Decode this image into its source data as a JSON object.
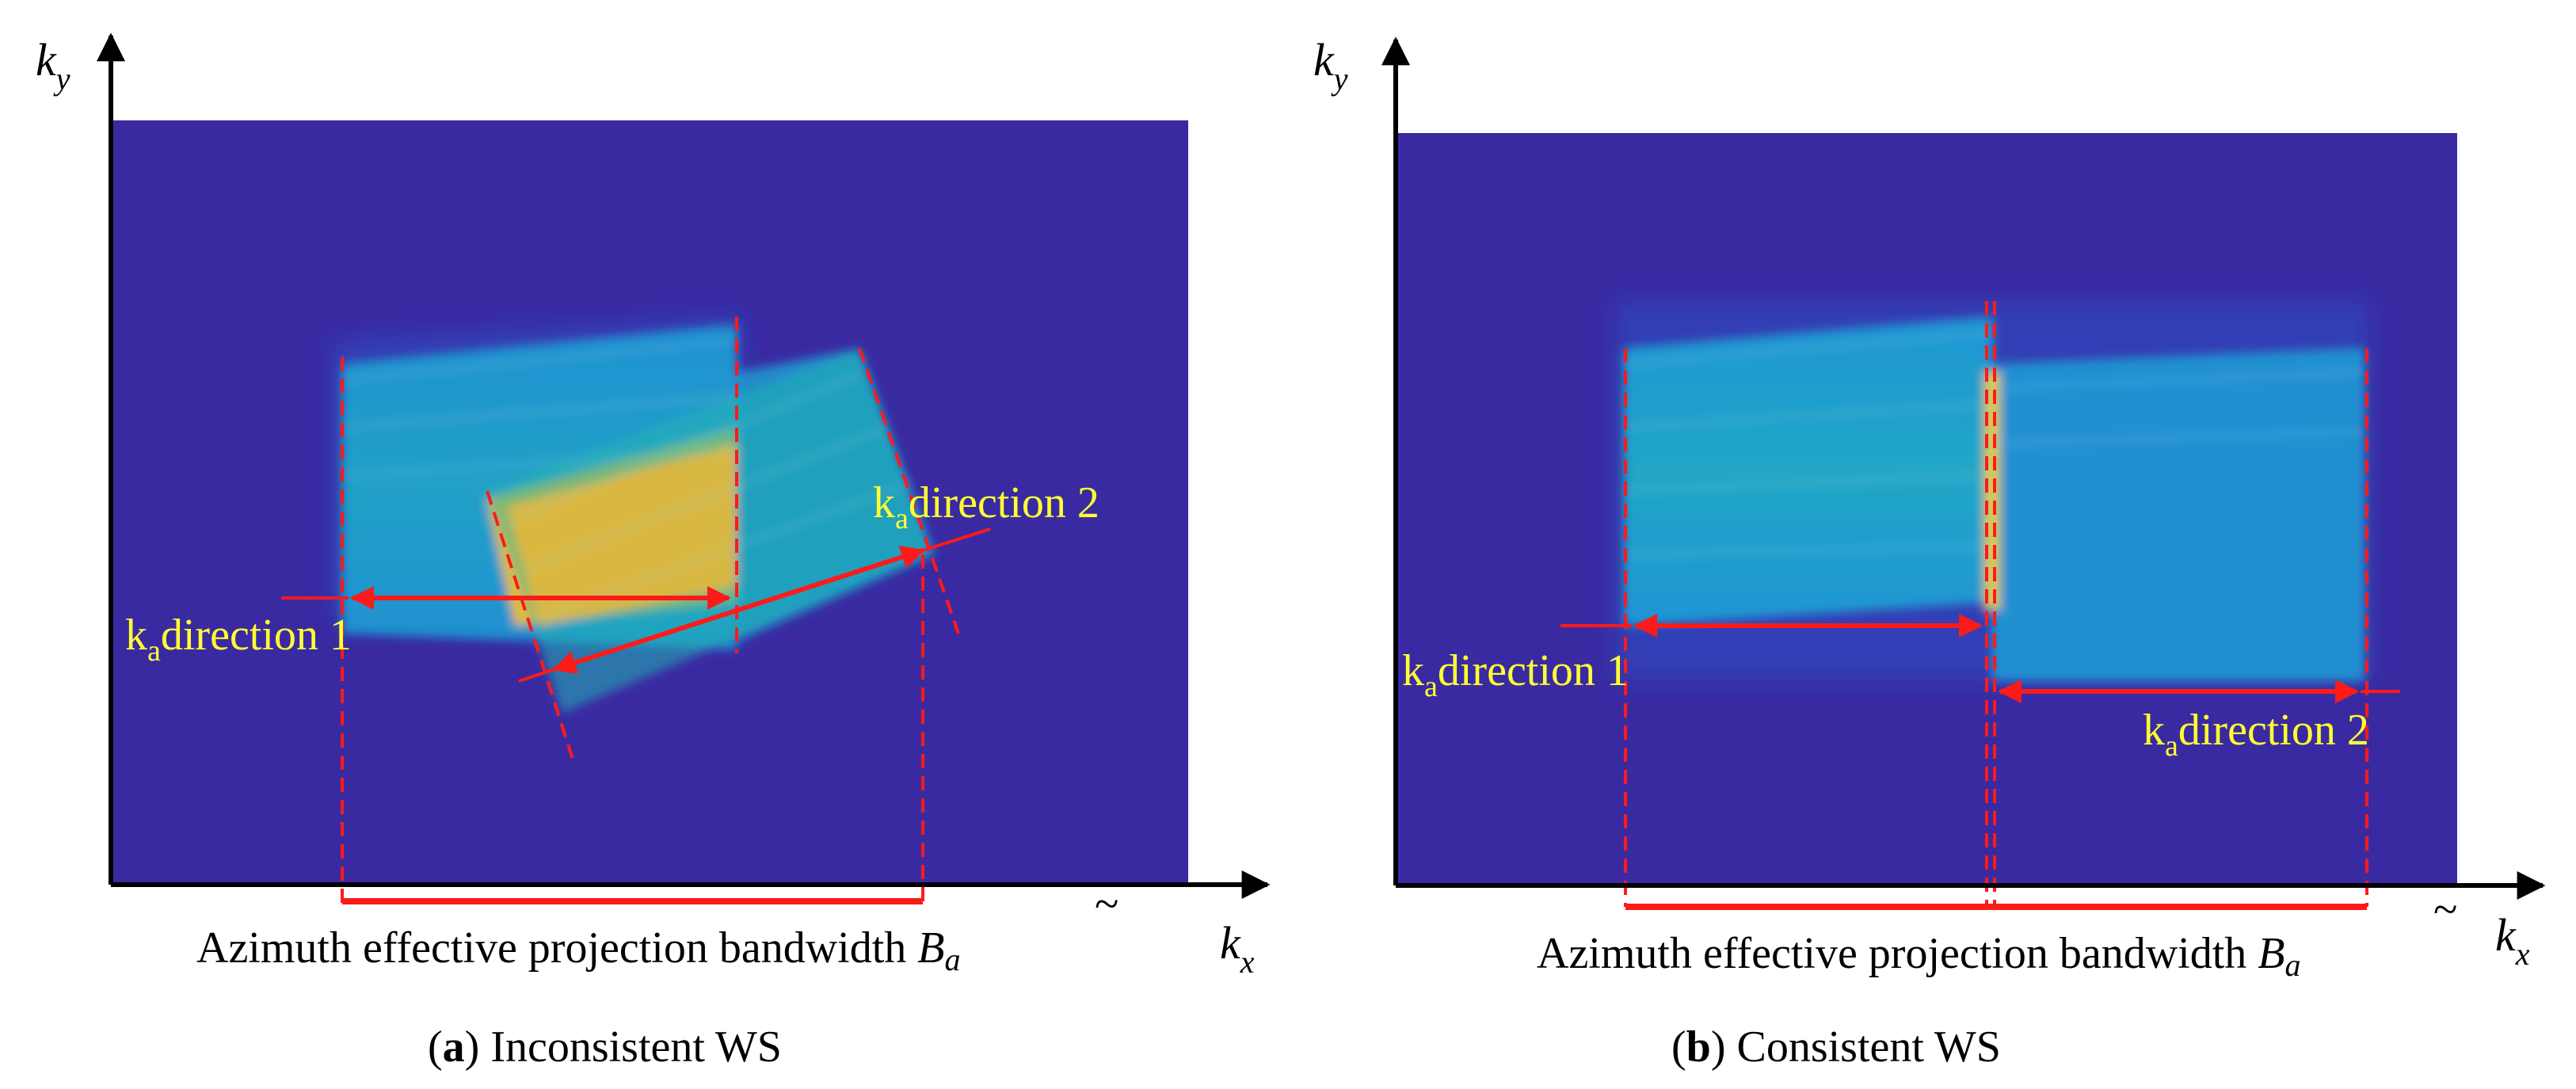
{
  "colors": {
    "background": "#3a2aa2",
    "annotation_red": "#ff1a1a",
    "label_yellow": "#ffff33",
    "axis_black": "#000000"
  },
  "panel_a": {
    "y_axis": {
      "symbol": "k",
      "subscript": "y"
    },
    "x_axis": {
      "symbol": "k",
      "subscript": "x"
    },
    "direction_1": {
      "k": "k",
      "sub": "a",
      "text": "direction 1"
    },
    "direction_2": {
      "k": "k",
      "sub": "a",
      "text": "direction 2"
    },
    "bandwidth_label": "Azimuth effective projection bandwidth ",
    "bandwidth_symbol": {
      "tilde": "~",
      "letter": "B",
      "sub": "a"
    },
    "caption": {
      "letter": "a",
      "text": " Inconsistent WS"
    }
  },
  "panel_b": {
    "y_axis": {
      "symbol": "k",
      "subscript": "y"
    },
    "x_axis": {
      "symbol": "k",
      "subscript": "x"
    },
    "direction_1": {
      "k": "k",
      "sub": "a",
      "text": "direction 1"
    },
    "direction_2": {
      "k": "k",
      "sub": "a",
      "text": "direction 2"
    },
    "bandwidth_label": "Azimuth effective projection bandwidth ",
    "bandwidth_symbol": {
      "tilde": "~",
      "letter": "B",
      "sub": "a"
    },
    "caption": {
      "letter": "b",
      "text": " Consistent WS"
    }
  }
}
